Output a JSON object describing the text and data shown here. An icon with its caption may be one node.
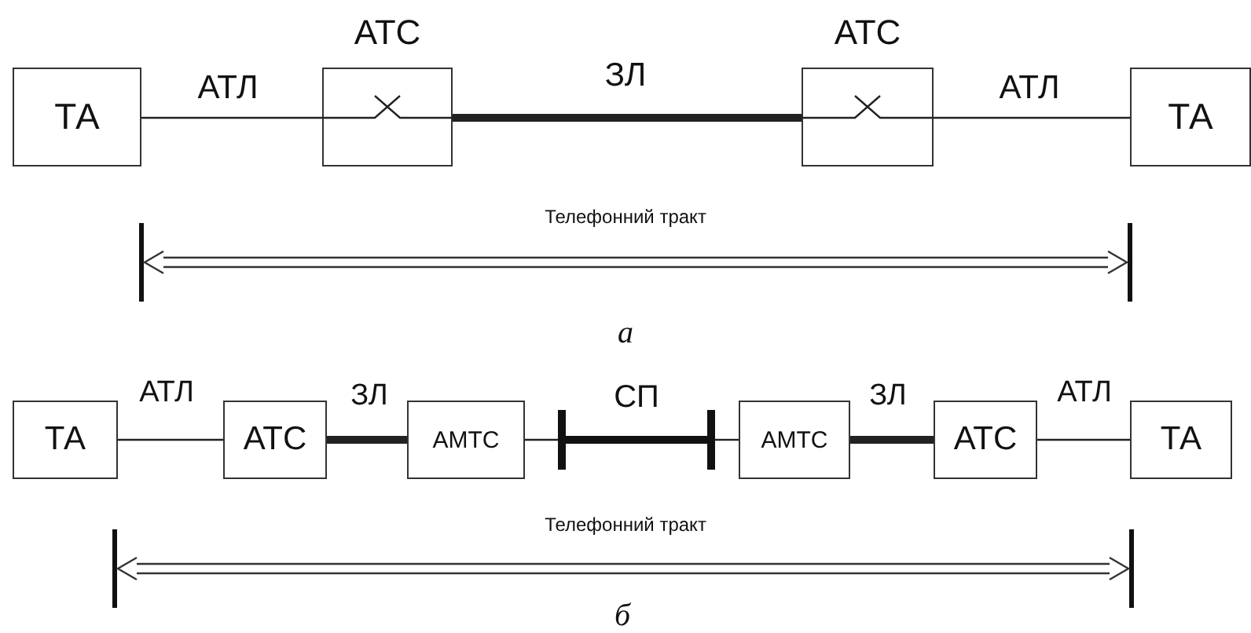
{
  "diagram": {
    "nodes": [
      {
        "text": [
          "ТА"
        ]
      },
      {
        "text": [
          "АТС"
        ]
      },
      {
        "text": [
          "АТС"
        ]
      },
      {
        "text": [
          "ТА"
        ]
      },
      {
        "text": [
          "ТА"
        ]
      },
      {
        "text": [
          "АТС"
        ]
      },
      {
        "text": [
          "АМТС"
        ]
      },
      {
        "text": [
          "СП"
        ]
      },
      {
        "text": [
          "АМТС"
        ]
      },
      {
        "text": [
          "АТС"
        ]
      },
      {
        "text": [
          "ТА"
        ]
      }
    ],
    "edges": [
      {
        "from": 0,
        "to": 1,
        "arrow": "none",
        "label": "АТЛ"
      },
      {
        "from": 1,
        "to": 2,
        "arrow": "none",
        "label": "ЗЛ",
        "style": "thick"
      },
      {
        "from": 2,
        "to": 3,
        "arrow": "none",
        "label": "АТЛ"
      },
      {
        "from": 4,
        "to": 5,
        "arrow": "none",
        "label": "АТЛ"
      },
      {
        "from": 5,
        "to": 6,
        "arrow": "none",
        "label": "ЗЛ",
        "style": "thick"
      },
      {
        "from": 6,
        "to": 7,
        "arrow": "none"
      },
      {
        "from": 7,
        "to": 8,
        "arrow": "none"
      },
      {
        "from": 8,
        "to": 9,
        "arrow": "none",
        "label": "ЗЛ",
        "style": "thick"
      },
      {
        "from": 9,
        "to": 10,
        "arrow": "none",
        "label": "АТЛ"
      }
    ],
    "labels": [
      "Телефонний тракт",
      "а",
      "Телефонний тракт",
      "б"
    ]
  }
}
